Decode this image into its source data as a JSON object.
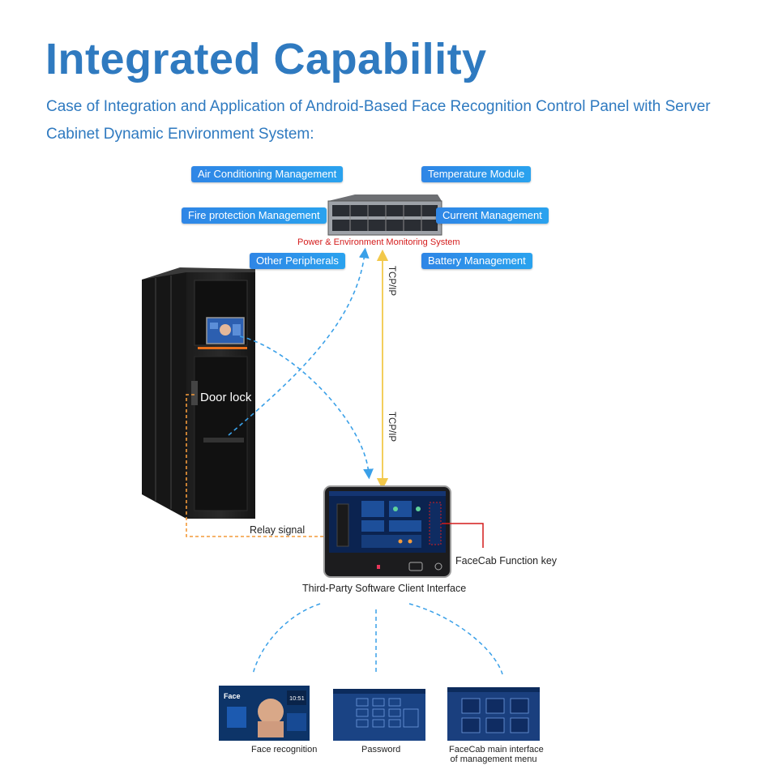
{
  "header": {
    "title": "Integrated Capability",
    "subtitle": "Case of Integration and Application of Android-Based Face Recognition Control Panel with Server Cabinet Dynamic Environment System:"
  },
  "modules": {
    "air_conditioning": "Air Conditioning Management",
    "temperature": "Temperature Module",
    "fire_protection": "Fire protection Management",
    "current": "Current Management",
    "other_peripherals": "Other Peripherals",
    "battery": "Battery Management"
  },
  "server": {
    "label": "Power & Environment Monitoring System"
  },
  "links": {
    "tcp_top": "TCP/IP",
    "tcp_bottom": "TCP/IP",
    "relay": "Relay signal"
  },
  "cabinet": {
    "door_lock": "Door lock"
  },
  "panel": {
    "function_key": "FaceCab Function key",
    "caption": "Third-Party Software Client Interface"
  },
  "screens": {
    "face_recognition": "Face recognition",
    "face_brand": "Face",
    "face_clock": "10:51",
    "password": "Password",
    "menu_line1": "FaceCab main interface",
    "menu_line2": "of management menu"
  },
  "colors": {
    "accent_blue": "#2f7ac0",
    "pill_blue": "#2a8ee8",
    "dashed_blue": "#3aa0e8",
    "orange": "#f39a3a",
    "yellow": "#f2c84a",
    "red": "#d41c1c"
  }
}
